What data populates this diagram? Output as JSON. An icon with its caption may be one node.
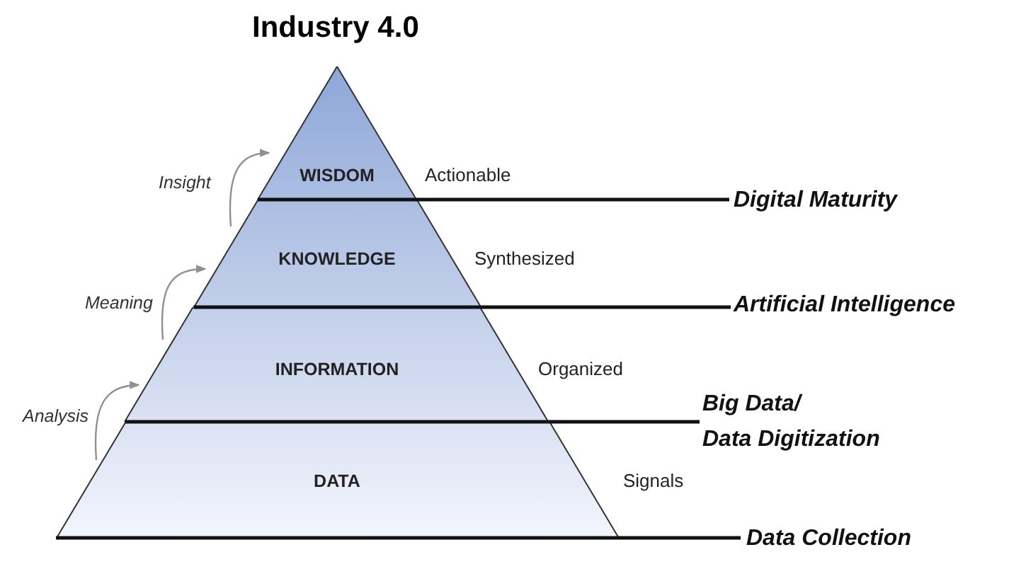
{
  "diagram": {
    "title": "Industry 4.0",
    "nodes": [
      {
        "text": [
          "WISDOM"
        ],
        "beside": [
          "Actionable"
        ]
      },
      {
        "text": [
          "KNOWLEDGE"
        ],
        "beside": [
          "Synthesized"
        ]
      },
      {
        "text": [
          "INFORMATION"
        ],
        "beside": [
          "Organized"
        ]
      },
      {
        "text": [
          "DATA"
        ],
        "beside": [
          "Signals"
        ]
      },
      {
        "text": [
          "Digital Maturity"
        ]
      },
      {
        "text": [
          "Artificial Intelligence"
        ]
      },
      {
        "text": [
          "Big Data/ Data Digitization"
        ]
      },
      {
        "text": [
          "Data Collection"
        ]
      }
    ],
    "edges": [
      {
        "from": 1,
        "to": 0,
        "arrow": "to",
        "label": "Insight",
        "color": "#909090"
      },
      {
        "from": 2,
        "to": 1,
        "arrow": "to",
        "label": "Meaning",
        "color": "#909090"
      },
      {
        "from": 3,
        "to": 2,
        "arrow": "to",
        "label": "Analysis",
        "color": "#909090"
      },
      {
        "from": 0,
        "to": 4,
        "arrow": "none"
      },
      {
        "from": 1,
        "to": 5,
        "arrow": "none"
      },
      {
        "from": 2,
        "to": 6,
        "arrow": "none"
      },
      {
        "from": 3,
        "to": 7,
        "arrow": "none"
      }
    ]
  }
}
